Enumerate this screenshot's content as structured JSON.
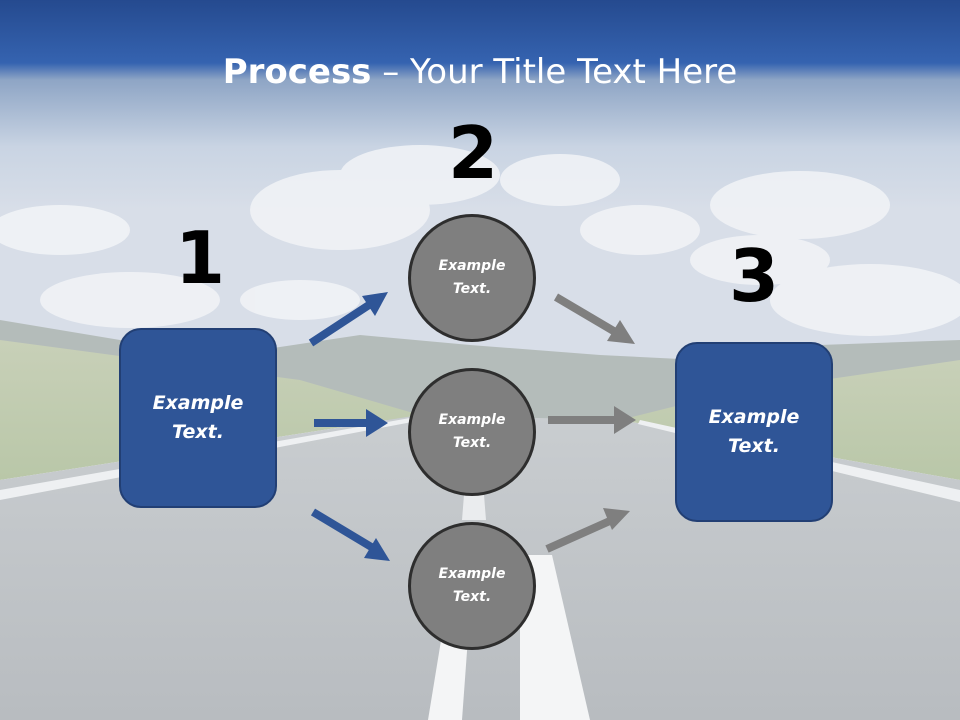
{
  "slide": {
    "title_strong": "Process",
    "title_rest": " – Your Title Text Here",
    "steps": {
      "one": "1",
      "two": "2",
      "three": "3"
    },
    "left_box": {
      "line1": "Example",
      "line2": "Text."
    },
    "right_box": {
      "line1": "Example",
      "line2": "Text."
    },
    "circles": [
      {
        "line1": "Example",
        "line2": "Text."
      },
      {
        "line1": "Example",
        "line2": "Text."
      },
      {
        "line1": "Example",
        "line2": "Text."
      }
    ],
    "colors": {
      "accent_blue": "#2f5597",
      "circle_gray": "#7f7f7f",
      "arrow_blue": "#2f5597",
      "arrow_gray": "#7f7f7f"
    }
  }
}
